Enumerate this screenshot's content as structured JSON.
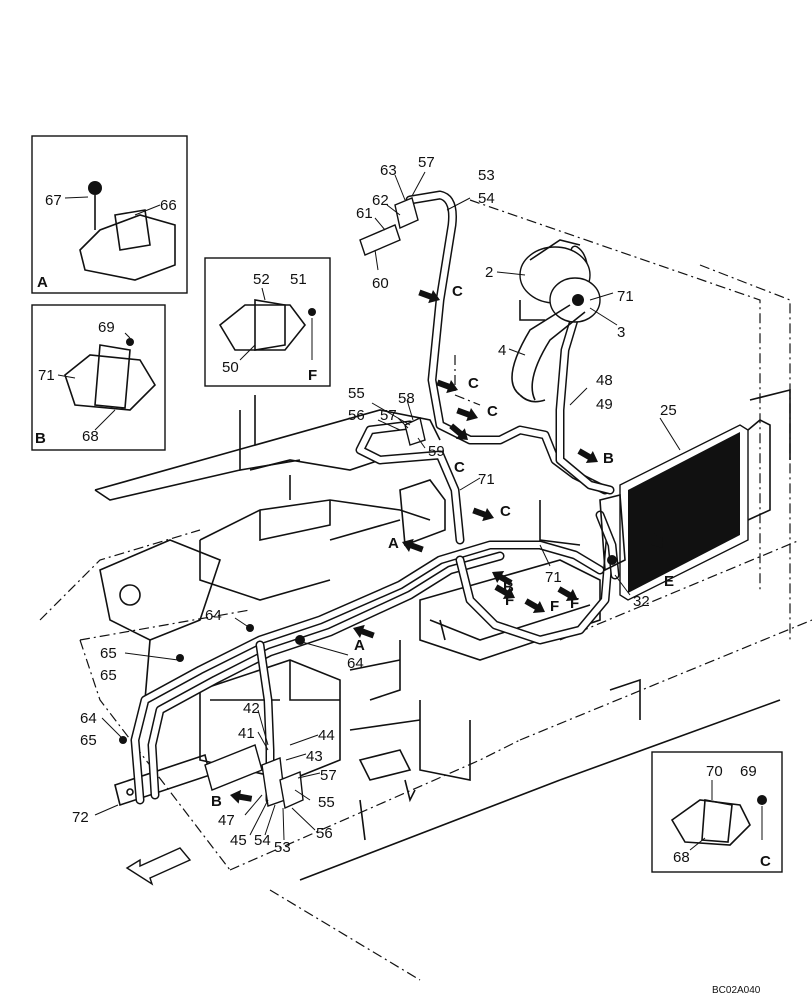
{
  "diagram": {
    "drawing_code": "BC02A040",
    "insets": [
      {
        "letter": "A",
        "labels": [
          "67",
          "66"
        ]
      },
      {
        "letter": "B",
        "labels": [
          "69",
          "71",
          "68"
        ]
      },
      {
        "letter": "F",
        "labels": [
          "52",
          "51",
          "50"
        ]
      },
      {
        "letter": "C",
        "labels": [
          "70",
          "69",
          "68"
        ]
      }
    ],
    "part_labels": [
      "63",
      "57",
      "53",
      "54",
      "62",
      "61",
      "60",
      "2",
      "71",
      "3",
      "4",
      "48",
      "49",
      "25",
      "55",
      "56",
      "58",
      "57",
      "59",
      "71",
      "71",
      "32",
      "64",
      "65",
      "64",
      "65",
      "64",
      "65",
      "42",
      "41",
      "44",
      "43",
      "57",
      "55",
      "47",
      "45",
      "54",
      "53",
      "56",
      "72"
    ],
    "view_arrows": [
      "C",
      "C",
      "C",
      "C",
      "C",
      "B",
      "A",
      "B",
      "F",
      "F",
      "F",
      "E",
      "A",
      "B"
    ]
  }
}
